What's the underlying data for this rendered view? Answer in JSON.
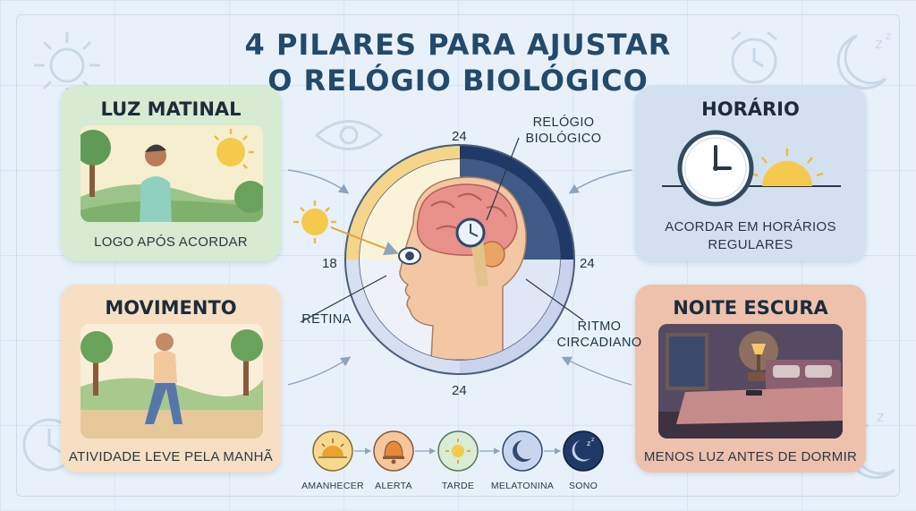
{
  "title_line1": "4 PILARES PARA AJUSTAR",
  "title_line2": "O RELÓGIO BIOLÓGICO",
  "cards": {
    "luz_matinal": {
      "title": "LUZ MATINAL",
      "caption": "LOGO APÓS ACORDAR",
      "color": "#d7ead2"
    },
    "horario": {
      "title": "HORÁRIO",
      "caption_line1": "ACORDAR EM HORÁRIOS",
      "caption_line2": "REGULARES",
      "color": "#d2e0ef"
    },
    "movimento": {
      "title": "MOVIMENTO",
      "caption": "ATIVIDADE LEVE PELA MANHÃ",
      "color": "#f7dfc3"
    },
    "noite_escura": {
      "title": "NOITE ESCURA",
      "caption": "MENOS LUZ ANTES DE DORMIR",
      "color": "#eec1ad"
    }
  },
  "center": {
    "tick_top": "24",
    "tick_left": "18",
    "tick_right": "24",
    "tick_bottom": "24",
    "label_clock_line1": "RELÓGIO",
    "label_clock_line2": "BIOLÓGICO",
    "label_retina": "RETINA",
    "label_rhythm_line1": "RITMO",
    "label_rhythm_line2": "CIRCADIANO"
  },
  "flow": [
    {
      "label": "AMANHECER",
      "icon": "sunrise-icon",
      "color": "#f6d98c"
    },
    {
      "label": "ALERTA",
      "icon": "bell-icon",
      "color": "#f6c79a"
    },
    {
      "label": "TARDE",
      "icon": "sun-icon",
      "color": "#d9ecd4"
    },
    {
      "label": "MELATONINA",
      "icon": "moon-icon",
      "color": "#c8d5ee"
    },
    {
      "label": "SONO",
      "icon": "moon-sleep-icon",
      "color": "#1f3a66"
    }
  ]
}
